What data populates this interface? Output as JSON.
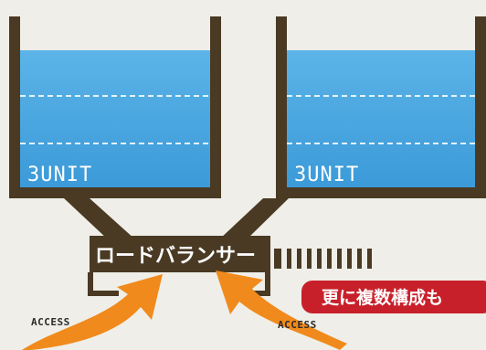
{
  "diagram": {
    "units": [
      {
        "label": "3UNIT"
      },
      {
        "label": "3UNIT"
      }
    ],
    "load_balancer": {
      "label": "ロードバランサー"
    },
    "access_labels": [
      "ACCESS",
      "ACCESS"
    ],
    "note": {
      "label": "更に複数構成も"
    },
    "colors": {
      "background": "#efeee8",
      "frame": "#4a3a24",
      "water": "#4aa6e0",
      "water_light": "#7cc4ee",
      "dashed": "#dff1fb",
      "arrow": "#f08a1c",
      "note_bg": "#c8202a",
      "lb_box": "#4a3a24"
    }
  }
}
